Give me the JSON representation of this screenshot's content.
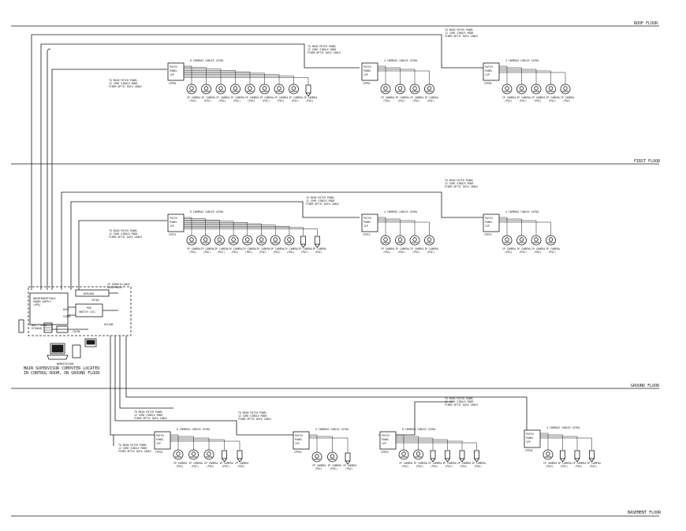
{
  "floors": [
    {
      "label": "ROOF FLOOR"
    },
    {
      "label": "FIRST FLOOR"
    },
    {
      "label": "GROUND FLOOR"
    },
    {
      "label": "BASEMENT FLOOR"
    }
  ],
  "patch_panel_label": [
    "PATCH",
    "PANEL",
    "12P"
  ],
  "camera_label": [
    "IP CAMERA",
    "(P&C)"
  ],
  "fiber_note": [
    "TO MAIN PATCH PANEL",
    "12 CORE SINGLE MODE",
    "FIBER OPTIC DATA CABLE"
  ],
  "cabinets": [
    {
      "id": "CPPR1",
      "cables": "8 CAMERAS CABLES CAT6A",
      "cameras": 9
    },
    {
      "id": "CPPR2",
      "cables": "4 CAMERAS CABLES CAT6A",
      "cameras": 4
    },
    {
      "id": "CPPR3",
      "cables": "4 CAMERAS CABLES CAT6A",
      "cameras": 5
    },
    {
      "id": "CPPF1",
      "cables": "8 CAMERAS CABLES CAT6A",
      "cameras": 10
    },
    {
      "id": "CPPF2",
      "cables": "4 CAMERAS CABLES CAT6A",
      "cameras": 4
    },
    {
      "id": "CPPF3",
      "cables": "4 CAMERAS CABLES CAT6A",
      "cameras": 4
    },
    {
      "id": "CPPG1",
      "cables": "8 CAMERAS CABLES CAT6A",
      "cameras": 5
    },
    {
      "id": "CPPG2",
      "cables": "3 CAMERAS CABLES CAT6A",
      "cameras": 3
    },
    {
      "id": "CPPG3",
      "cables": "8 CAMERAS CABLES CAT6A",
      "cameras": 6
    },
    {
      "id": "CPPG4",
      "cables": "4 CAMERAS CABLES CAT6A",
      "cameras": 4
    }
  ],
  "control_room": {
    "ups": [
      "UNINTERRUPTIBLE",
      "POWER SUPPLY",
      "(UPS)"
    ],
    "nvr": "NVR/NAS",
    "poe": [
      "POE",
      "SWITCH (1U)"
    ],
    "video_surveillance": [
      "IP SURVEILLANCE",
      "EQUIPMENTS"
    ],
    "storage": [
      "NAS / DATA",
      "STORAGE"
    ],
    "small_labels": [
      "CAT6A",
      "DATA",
      "FIBER",
      "UPLINK",
      "CAT6A"
    ],
    "workstation": "WORKSTATION",
    "caption": [
      "MAIN SUPERVISOR COMPUTER LOCATED",
      "IN CONTROL ROOM, ON GROUND FLOOR"
    ]
  }
}
